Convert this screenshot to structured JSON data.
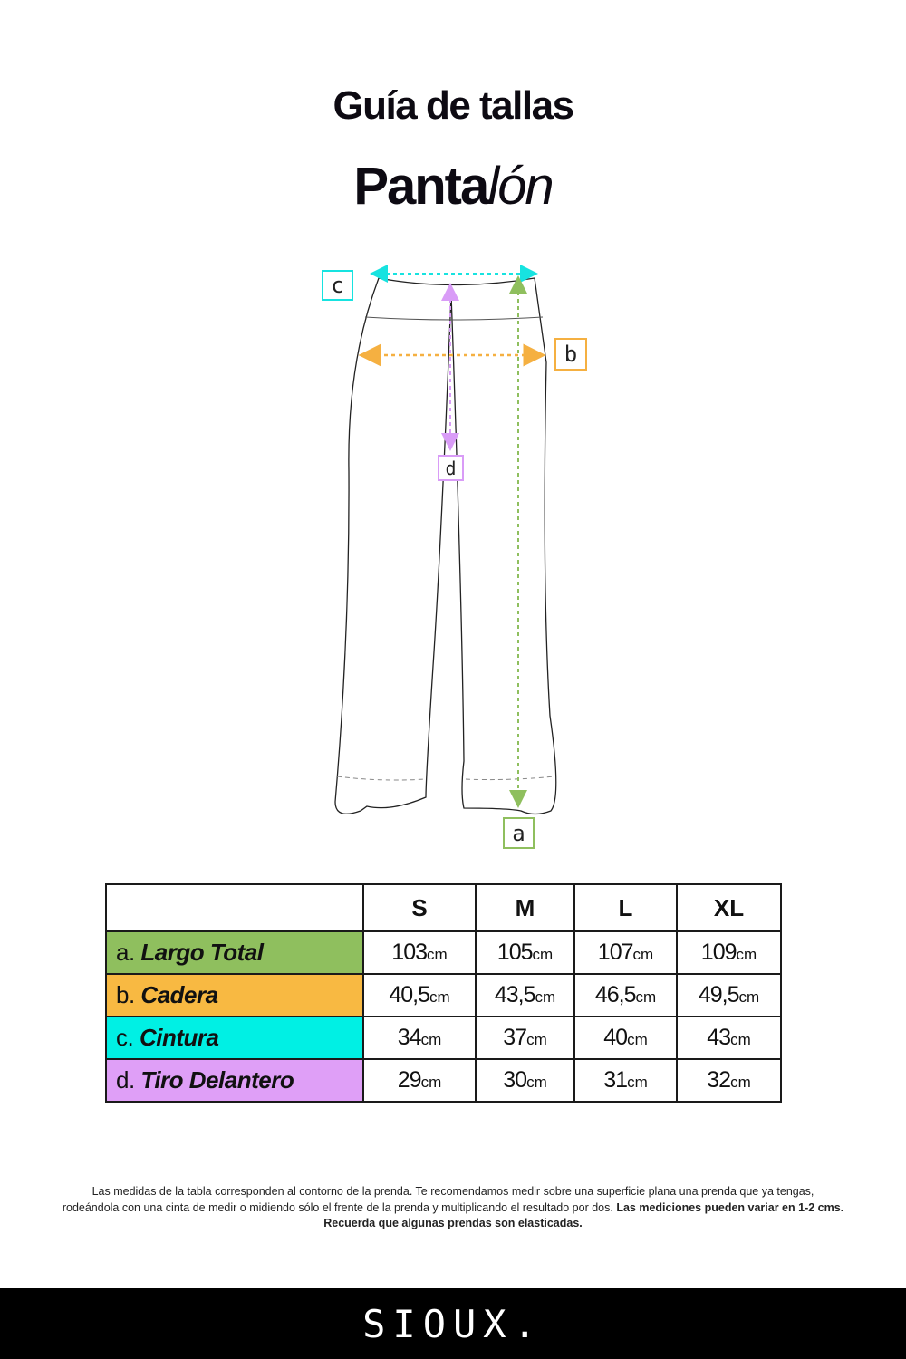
{
  "header": {
    "title": "Guía de tallas",
    "subtitle_bold": "Panta",
    "subtitle_light": "lón"
  },
  "diagram": {
    "labels": {
      "a": "a",
      "b": "b",
      "c": "c",
      "d": "d"
    },
    "colors": {
      "a": "#8fbf5e",
      "b": "#f5b041",
      "c": "#17e3e0",
      "d": "#d99cf7"
    }
  },
  "table": {
    "sizes": [
      "S",
      "M",
      "L",
      "XL"
    ],
    "unit": "cm",
    "rows": [
      {
        "letter": "a.",
        "name": "Largo Total",
        "color": "#8fbf5e",
        "values": [
          "103",
          "105",
          "107",
          "109"
        ]
      },
      {
        "letter": "b.",
        "name": "Cadera",
        "color": "#f8b942",
        "values": [
          "40,5",
          "43,5",
          "46,5",
          "49,5"
        ]
      },
      {
        "letter": "c.",
        "name": "Cintura",
        "color": "#00f0e4",
        "values": [
          "34",
          "37",
          "40",
          "43"
        ]
      },
      {
        "letter": "d.",
        "name": "Tiro Delantero",
        "color": "#df9ff7",
        "values": [
          "29",
          "30",
          "31",
          "32"
        ]
      }
    ]
  },
  "note": {
    "line1": "Las medidas de la tabla corresponden al contorno de la prenda. Te recomendamos medir sobre una superficie plana una prenda que ya tengas,",
    "line2_normal": "rodeándola con una cinta de medir o midiendo sólo el frente de la prenda y multiplicando el resultado por dos.",
    "line2_bold": "Las mediciones pueden variar en 1-2 cms.",
    "line3_bold": "Recuerda que algunas prendas son elasticadas."
  },
  "footer": {
    "brand": "SIOUX."
  }
}
